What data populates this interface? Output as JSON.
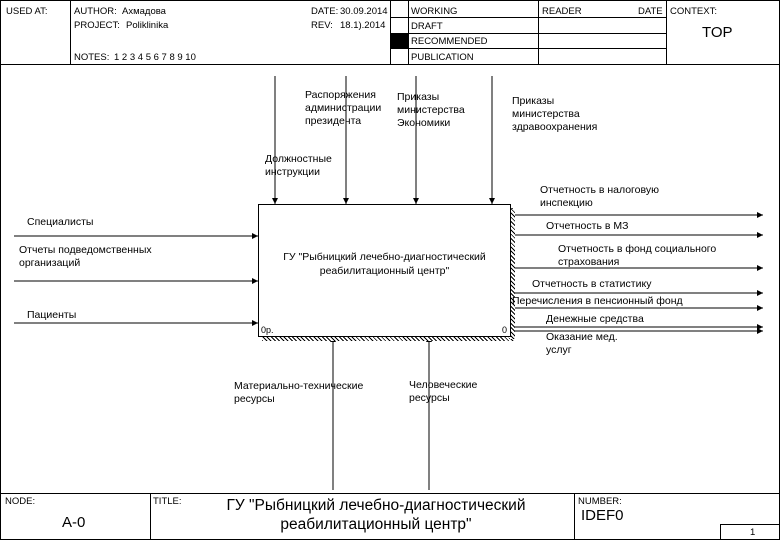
{
  "header": {
    "used_at_label": "USED AT:",
    "author_label": "AUTHOR:",
    "author": "Ахмадова",
    "project_label": "PROJECT:",
    "project": "Poliklinika",
    "date_label": "DATE:",
    "date": "30.09.2014",
    "rev_label": "REV:",
    "rev": "18.1).2014",
    "notes_label": "NOTES:",
    "notes_numbers": "1  2  3  4  5  6  7  8  9  10",
    "status_working": "WORKING",
    "status_draft": "DRAFT",
    "status_recommended": "RECOMMENDED",
    "status_publication": "PUBLICATION",
    "reader_label": "READER",
    "reader_date_label": "DATE",
    "context_label": "CONTEXT:",
    "context_value": "TOP"
  },
  "diagram": {
    "box_title": "ГУ \"Рыбницкий лечебно-диагностический\nреабилитационный центр\"",
    "box_cost": "0р.",
    "box_number": "0",
    "controls": [
      "Должностные\nинструкции",
      "Распоряжения\nадминистрации\nпрезидента",
      "Приказы\nминистерства\nЭкономики",
      "Приказы\nминистерства\nздравоохранения"
    ],
    "inputs": [
      "Специалисты",
      "Отчеты подведомственных\nорганизаций",
      "Пациенты"
    ],
    "outputs": [
      "Отчетность в налоговую\nинспекцию",
      "Отчетность в МЗ",
      "Отчетность в фонд социального\nстрахования",
      "Отчетность в статистику",
      "Перечисления в пенсионный фонд",
      "Денежные средства",
      "Оказание мед.\nуслуг"
    ],
    "mechanisms": [
      "Материально-технические\nресурсы",
      "Человеческие\nресурсы"
    ]
  },
  "footer": {
    "node_label": "NODE:",
    "node_value": "A-0",
    "title_label": "TITLE:",
    "title_value": "ГУ \"Рыбницкий лечебно-диагностический\nреабилитационный центр\"",
    "number_label": "NUMBER:",
    "number_value": "IDEF0",
    "page": "1"
  }
}
